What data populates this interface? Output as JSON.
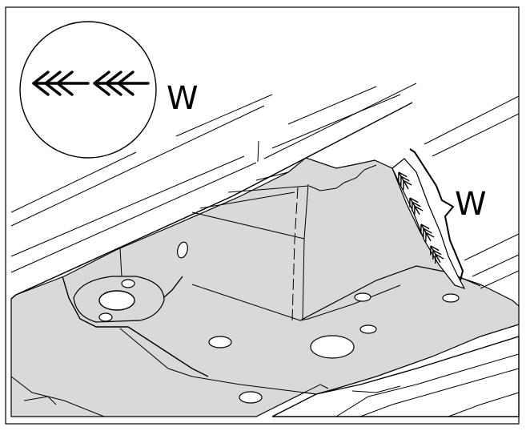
{
  "figure": {
    "detail_label": "W",
    "callout_label": "W",
    "symbol_icon": "weld-symbol-arrows",
    "colors": {
      "panel_fill": "#d9d9d9",
      "line": "#000000",
      "background": "#ffffff"
    }
  }
}
